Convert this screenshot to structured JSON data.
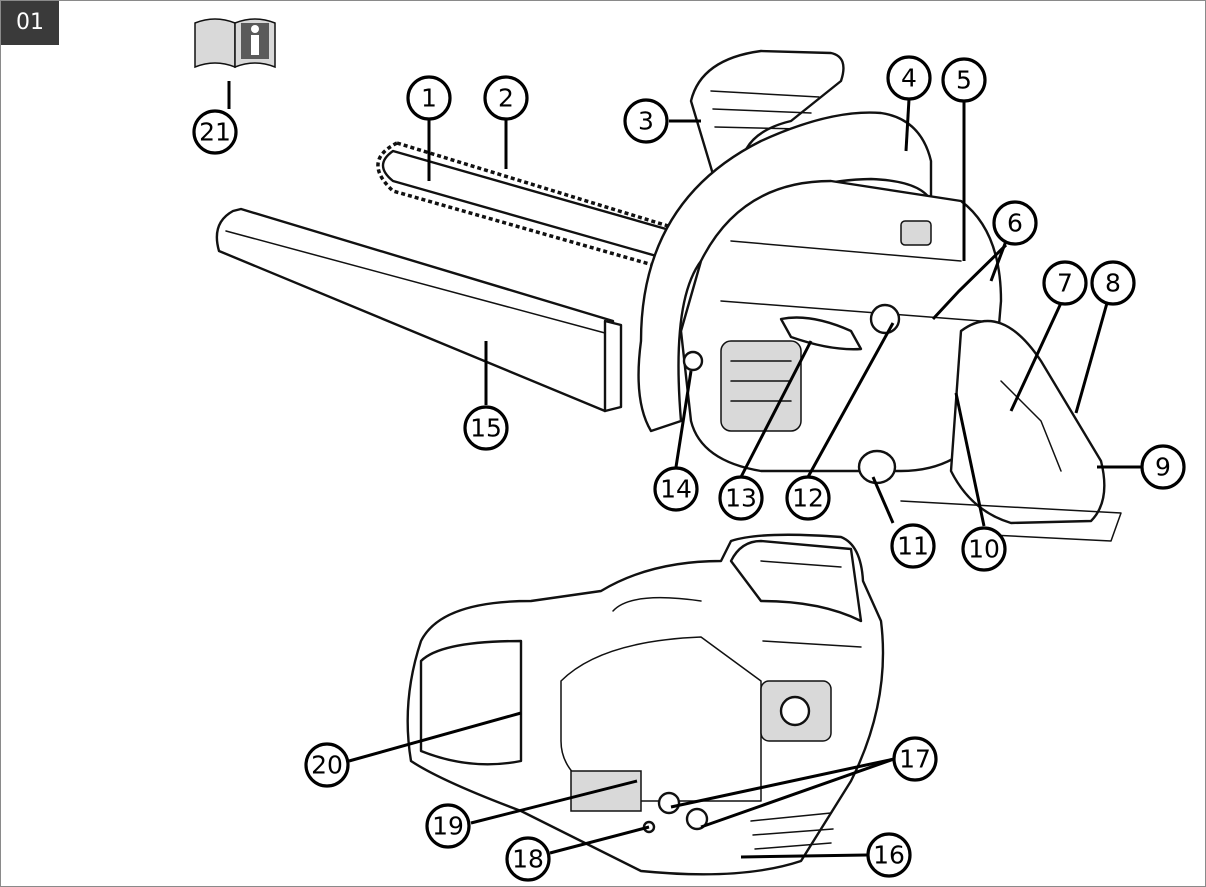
{
  "figure": {
    "number": "01"
  },
  "icons": {
    "manual": "read-manual-info-icon"
  },
  "callouts": [
    {
      "id": "c1",
      "label": "1"
    },
    {
      "id": "c2",
      "label": "2"
    },
    {
      "id": "c3",
      "label": "3"
    },
    {
      "id": "c4",
      "label": "4"
    },
    {
      "id": "c5",
      "label": "5"
    },
    {
      "id": "c6",
      "label": "6"
    },
    {
      "id": "c7",
      "label": "7"
    },
    {
      "id": "c8",
      "label": "8"
    },
    {
      "id": "c9",
      "label": "9"
    },
    {
      "id": "c10",
      "label": "10"
    },
    {
      "id": "c11",
      "label": "11"
    },
    {
      "id": "c12",
      "label": "12"
    },
    {
      "id": "c13",
      "label": "13"
    },
    {
      "id": "c14",
      "label": "14"
    },
    {
      "id": "c15",
      "label": "15"
    },
    {
      "id": "c16",
      "label": "16"
    },
    {
      "id": "c17",
      "label": "17"
    },
    {
      "id": "c18",
      "label": "18"
    },
    {
      "id": "c19",
      "label": "19"
    },
    {
      "id": "c20",
      "label": "20"
    },
    {
      "id": "c21",
      "label": "21"
    }
  ]
}
